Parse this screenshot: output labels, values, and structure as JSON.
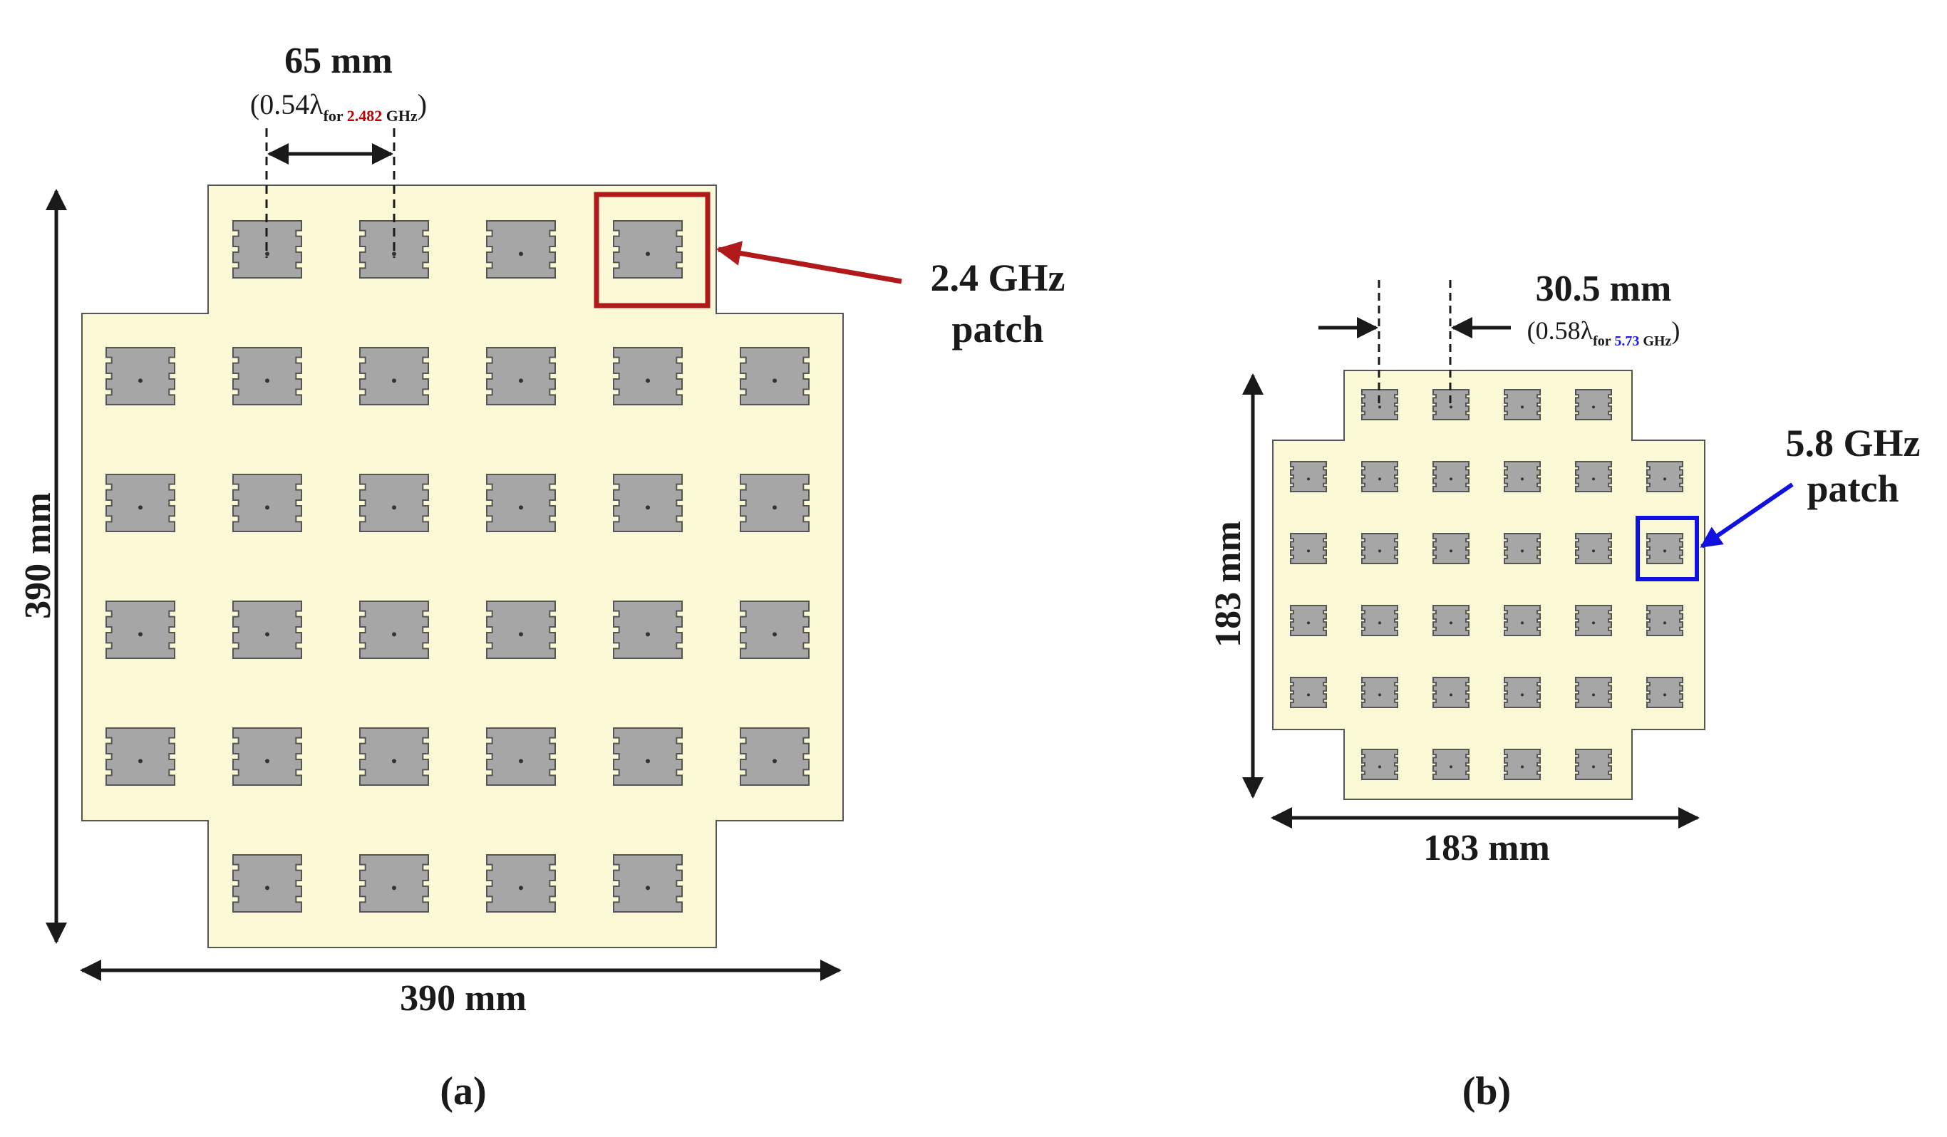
{
  "panel_a": {
    "caption": "(a)",
    "width_label": "390 mm",
    "height_label": "390 mm",
    "spacing_label": "65 mm",
    "spacing_paren_open": "(0.54λ",
    "spacing_paren_sub_for": "for ",
    "spacing_paren_sub_freq": "2.482",
    "spacing_paren_sub_unit": " GHz",
    "spacing_paren_close": ")",
    "patch_label_line1": "2.4 GHz",
    "patch_label_line2": "patch",
    "highlight_color": "#b01a1a",
    "freq_color": "#c00000",
    "grid_rows": [
      {
        "row": 0,
        "cols": [
          1,
          2,
          3,
          4
        ]
      },
      {
        "row": 1,
        "cols": [
          0,
          1,
          2,
          3,
          4,
          5
        ]
      },
      {
        "row": 2,
        "cols": [
          0,
          1,
          2,
          3,
          4,
          5
        ]
      },
      {
        "row": 3,
        "cols": [
          0,
          1,
          2,
          3,
          4,
          5
        ]
      },
      {
        "row": 4,
        "cols": [
          0,
          1,
          2,
          3,
          4,
          5
        ]
      },
      {
        "row": 5,
        "cols": [
          1,
          2,
          3,
          4
        ]
      }
    ],
    "highlighted_patch": {
      "row": 0,
      "col": 4
    }
  },
  "panel_b": {
    "caption": "(b)",
    "width_label": "183 mm",
    "height_label": "183 mm",
    "spacing_label": "30.5 mm",
    "spacing_paren_open": "(0.58λ",
    "spacing_paren_sub_for": "for ",
    "spacing_paren_sub_freq": "5.73",
    "spacing_paren_sub_unit": " GHz",
    "spacing_paren_close": ")",
    "patch_label_line1": "5.8 GHz",
    "patch_label_line2": "patch",
    "highlight_color": "#1010e0",
    "freq_color": "#1a1ae6",
    "grid_rows": [
      {
        "row": 0,
        "cols": [
          1,
          2,
          3,
          4
        ]
      },
      {
        "row": 1,
        "cols": [
          0,
          1,
          2,
          3,
          4,
          5
        ]
      },
      {
        "row": 2,
        "cols": [
          0,
          1,
          2,
          3,
          4,
          5
        ]
      },
      {
        "row": 3,
        "cols": [
          0,
          1,
          2,
          3,
          4,
          5
        ]
      },
      {
        "row": 4,
        "cols": [
          0,
          1,
          2,
          3,
          4,
          5
        ]
      },
      {
        "row": 5,
        "cols": [
          1,
          2,
          3,
          4
        ]
      }
    ],
    "highlighted_patch": {
      "row": 2,
      "col": 5
    }
  },
  "colors": {
    "substrate": "#fbf8d5",
    "patch": "#a6a6a6",
    "outline": "#555555"
  }
}
